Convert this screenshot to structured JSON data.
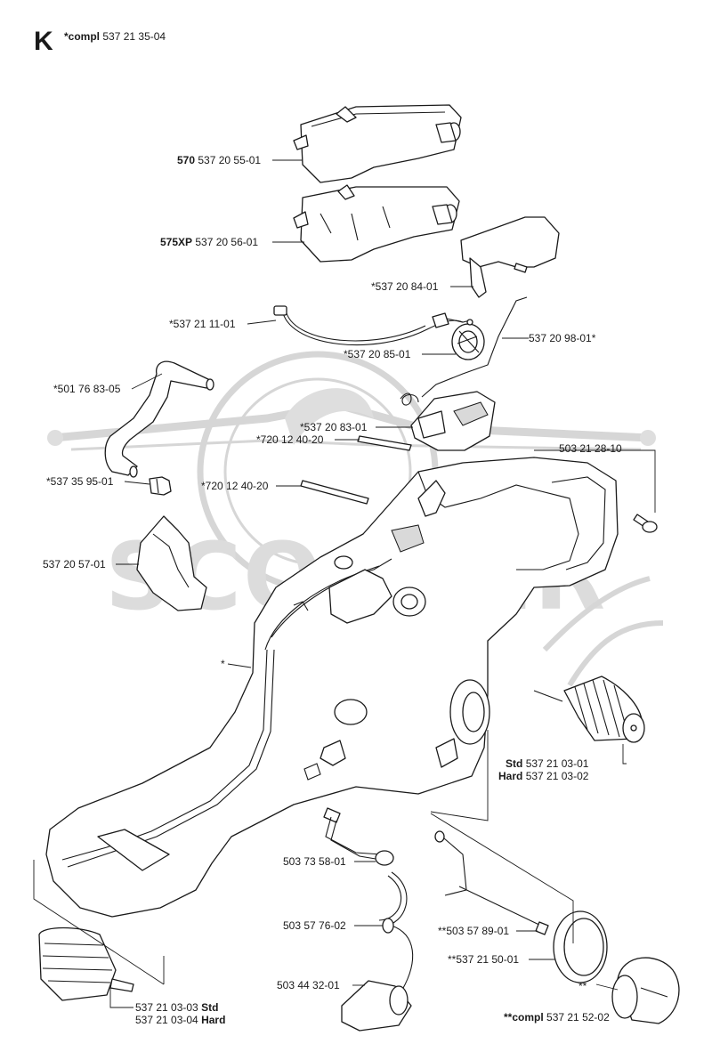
{
  "header": {
    "section_letter": "K",
    "assembly_prefix": "*compl",
    "assembly_number": "537 21 35-04"
  },
  "labels": [
    {
      "id": "cover-570",
      "prefix": "570",
      "text": "537 20 55-01"
    },
    {
      "id": "cover-575xp",
      "prefix": "575XP",
      "text": "537 20 56-01"
    },
    {
      "id": "lever-cover",
      "prefix": "",
      "text": "*537 20 84-01"
    },
    {
      "id": "wire-harness",
      "prefix": "",
      "text": "*537 21 11-01"
    },
    {
      "id": "throttle-rod",
      "prefix": "",
      "text": "537 20 98-01*"
    },
    {
      "id": "stop-switch",
      "prefix": "",
      "text": "*537 20 85-01"
    },
    {
      "id": "fuel-hose",
      "prefix": "",
      "text": "*501 76 83-05"
    },
    {
      "id": "throttle-bracket",
      "prefix": "",
      "text": "*537 20 83-01"
    },
    {
      "id": "pin-upper",
      "prefix": "",
      "text": "*720 12 40-20"
    },
    {
      "id": "screw",
      "prefix": "",
      "text": "503 21 28-10"
    },
    {
      "id": "nipple",
      "prefix": "",
      "text": "*537 35 95-01"
    },
    {
      "id": "pin-lower",
      "prefix": "",
      "text": "*720 12 40-20"
    },
    {
      "id": "side-plate",
      "prefix": "",
      "text": "537 20 57-01"
    },
    {
      "id": "tank-housing",
      "prefix": "",
      "text": "*"
    },
    {
      "id": "av-std",
      "prefix": "Std",
      "text": "537 21 03-01"
    },
    {
      "id": "av-hard",
      "prefix": "Hard",
      "text": "537 21 03-02"
    },
    {
      "id": "grommet",
      "prefix": "",
      "text": "503 73 58-01"
    },
    {
      "id": "fuel-line",
      "prefix": "",
      "text": "503 57 76-02"
    },
    {
      "id": "choke-rod",
      "prefix": "",
      "text": "**503 57 89-01"
    },
    {
      "id": "seal-ring",
      "prefix": "",
      "text": "**537 21 50-01"
    },
    {
      "id": "fuel-filter",
      "prefix": "",
      "text": "503 44 32-01"
    },
    {
      "id": "cap-marker",
      "prefix": "",
      "text": "**"
    },
    {
      "id": "av-rear-std",
      "prefix": "",
      "text": "537 21 03-03",
      "suffix": "Std"
    },
    {
      "id": "av-rear-hard",
      "prefix": "",
      "text": "537 21 03-04",
      "suffix": "Hard"
    },
    {
      "id": "cap-compl",
      "prefix": "**compl",
      "text": "537 21 52-02"
    }
  ],
  "watermark": {
    "text": "SCOOTER",
    "color": "#d6d6d6"
  }
}
